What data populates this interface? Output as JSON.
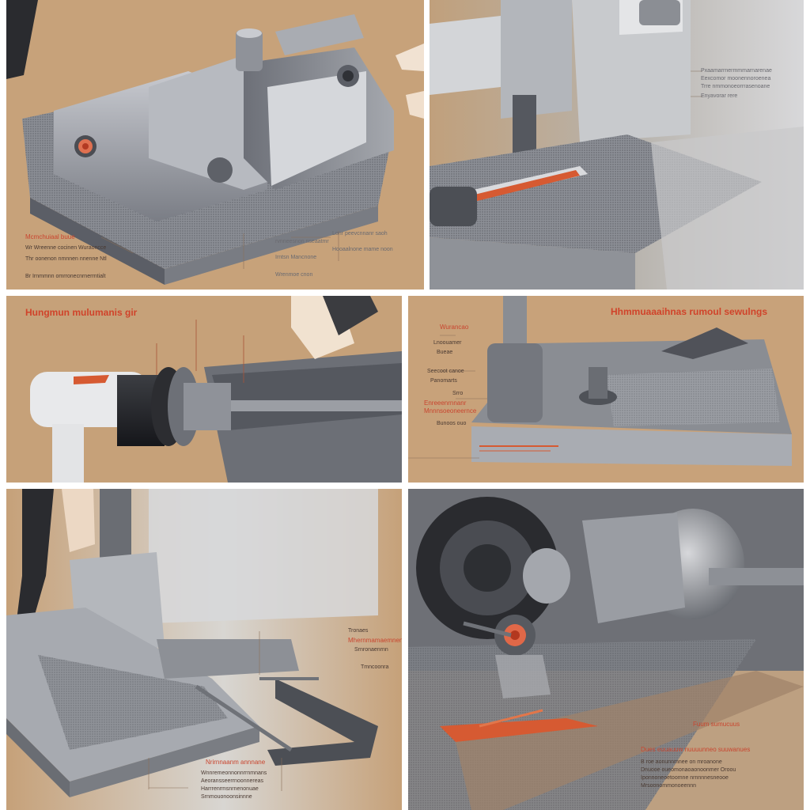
{
  "image": {
    "title": "",
    "layout": "2x3 grid of illustrated key-cutting machine close-ups",
    "colors": {
      "background": "#c9a47a",
      "metal": "#9ea1a8",
      "metal_dark": "#4f525a",
      "accent": "#d9562c",
      "divider": "#ffffff"
    }
  },
  "panels": [
    {
      "name": "machine-overview",
      "labels": [
        {
          "text": "Mcmchuiaal buue",
          "style": "red"
        },
        {
          "text": "Wr Wreenne cocinen Wuraoncce",
          "style": "dark"
        },
        {
          "text": "Thr oonenon nmnnen nnenne Ntl",
          "style": "dark"
        },
        {
          "text": "Br Irnmmnn omrronecnrnerrntialt",
          "style": "dark"
        },
        {
          "text": "Lonr peevcnnanr saoh",
          "style": "grey"
        },
        {
          "text": "rvnneesnon nseaatmr",
          "style": "grey"
        },
        {
          "text": "Hooaalnone mame noon",
          "style": "grey"
        },
        {
          "text": "Irntsn Mancnone",
          "style": "grey"
        },
        {
          "text": "Wrenmoe cnon",
          "style": "grey"
        }
      ]
    },
    {
      "name": "cutter-closeup",
      "labels": [
        {
          "text": "Pxaamarrnermmmarnarenae",
          "style": "grey"
        },
        {
          "text": "Eexcomor moonennoroenea",
          "style": "grey"
        },
        {
          "text": "Trre nmmonoeorrrasenoane",
          "style": "grey"
        },
        {
          "text": "Enyavorar rere",
          "style": "grey"
        }
      ]
    },
    {
      "name": "key-clamp",
      "labels": [
        {
          "text": "Hungmun mulumanis gir",
          "style": "red-heading"
        }
      ]
    },
    {
      "name": "cutting-table",
      "labels": [
        {
          "text": "Hhmmuaaaihnas rumoul sewulngs",
          "style": "red-heading"
        },
        {
          "text": "Wurancao",
          "style": "red"
        },
        {
          "text": "Lnoouamer",
          "style": "dark"
        },
        {
          "text": "Bueae",
          "style": "dark"
        },
        {
          "text": "Seecoot canoe",
          "style": "dark"
        },
        {
          "text": "Panomarts",
          "style": "dark"
        },
        {
          "text": "Srro",
          "style": "dark"
        },
        {
          "text": "Enreeenrnnanr",
          "style": "red"
        },
        {
          "text": "Mnnnsoeoneernce",
          "style": "red"
        },
        {
          "text": "Bunoos ouo",
          "style": "dark"
        }
      ]
    },
    {
      "name": "vise-stand",
      "labels": [
        {
          "text": "Tronaes",
          "style": "dark"
        },
        {
          "text": "Mhernmamaemnenr",
          "style": "red"
        },
        {
          "text": "Srnronaenrnn",
          "style": "dark"
        },
        {
          "text": "Tmncoonra",
          "style": "dark"
        },
        {
          "text": "Nrirnnaanm annnane",
          "style": "red"
        },
        {
          "text": "Wnnremeonnonnrrnmnans",
          "style": "dark"
        },
        {
          "text": "Aeoransseerrnoonnereas",
          "style": "dark"
        },
        {
          "text": "Harrrenrmsnrnenonuae",
          "style": "dark"
        },
        {
          "text": "Srnmouonoonsinnne",
          "style": "dark"
        }
      ]
    },
    {
      "name": "spindle-wheel",
      "labels": [
        {
          "text": "Fuum sumucuus",
          "style": "red"
        },
        {
          "text": "Dues euuauuw nuuuunneo suuwanues",
          "style": "red"
        },
        {
          "text": "B roe aonunnmnee on mroanone",
          "style": "dark"
        },
        {
          "text": "Dnuooe oueomonaoaonoonmer Oroou",
          "style": "dark"
        },
        {
          "text": "Iponnoneoetoomne nrnnnnesneooe",
          "style": "dark"
        },
        {
          "text": "Mrsoonommonoeennn",
          "style": "dark"
        }
      ]
    }
  ]
}
